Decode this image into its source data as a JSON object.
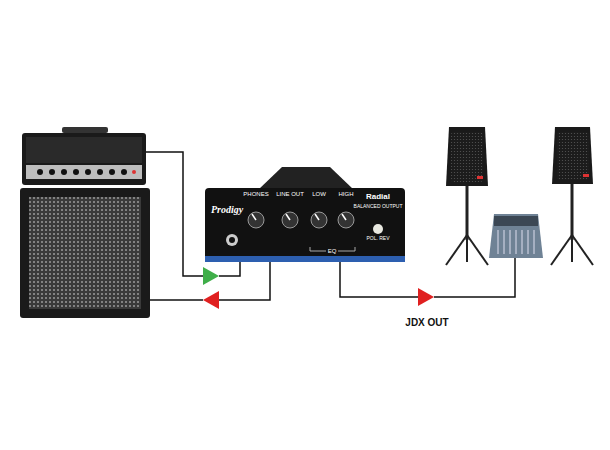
{
  "diagram": {
    "nodes": [
      {
        "text": [
          "Prodigy",
          "PHONES",
          "LINE OUT",
          "LOW",
          "HIGH",
          "EQ",
          "Radial",
          "BALANCED OUTPUT",
          "POL. REV"
        ]
      }
    ],
    "labels": [
      "JDX OUT"
    ]
  }
}
